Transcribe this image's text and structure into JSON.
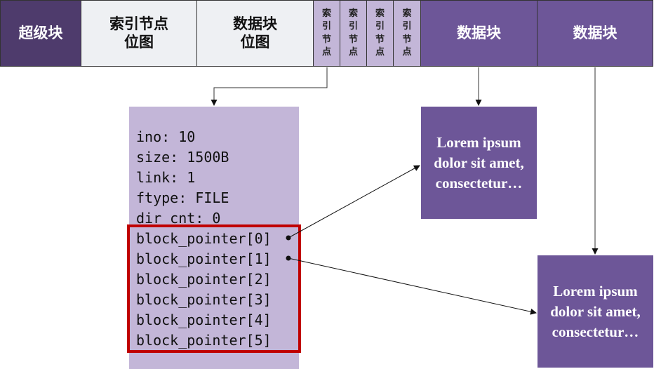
{
  "disk_layout": {
    "superblock": "超级块",
    "inode_bitmap": "索引节点\n位图",
    "data_bitmap": "数据块\n位图",
    "inode_cells": [
      "索\n引\n节\n点",
      "索\n引\n节\n点",
      "索\n引\n节\n点",
      "索\n引\n节\n点"
    ],
    "data_cells": [
      "数据块",
      "数据块"
    ]
  },
  "inode": {
    "fields": [
      "ino: 10",
      "size: 1500B",
      "link: 1",
      "ftype: FILE",
      "dir_cnt: 0"
    ],
    "block_pointers": [
      "block_pointer[0]",
      "block_pointer[1]",
      "block_pointer[2]",
      "block_pointer[3]",
      "block_pointer[4]",
      "block_pointer[5]"
    ]
  },
  "data_blocks": [
    "Lorem ipsum\ndolor sit amet,\nconsectetur…",
    "Lorem ipsum\ndolor sit amet,\nconsectetur…"
  ],
  "colors": {
    "superblock": "#4e3b6c",
    "bitmap": "#eef0f3",
    "inode": "#c3b6d8",
    "data": "#6d5698",
    "highlight": "#c00000"
  }
}
